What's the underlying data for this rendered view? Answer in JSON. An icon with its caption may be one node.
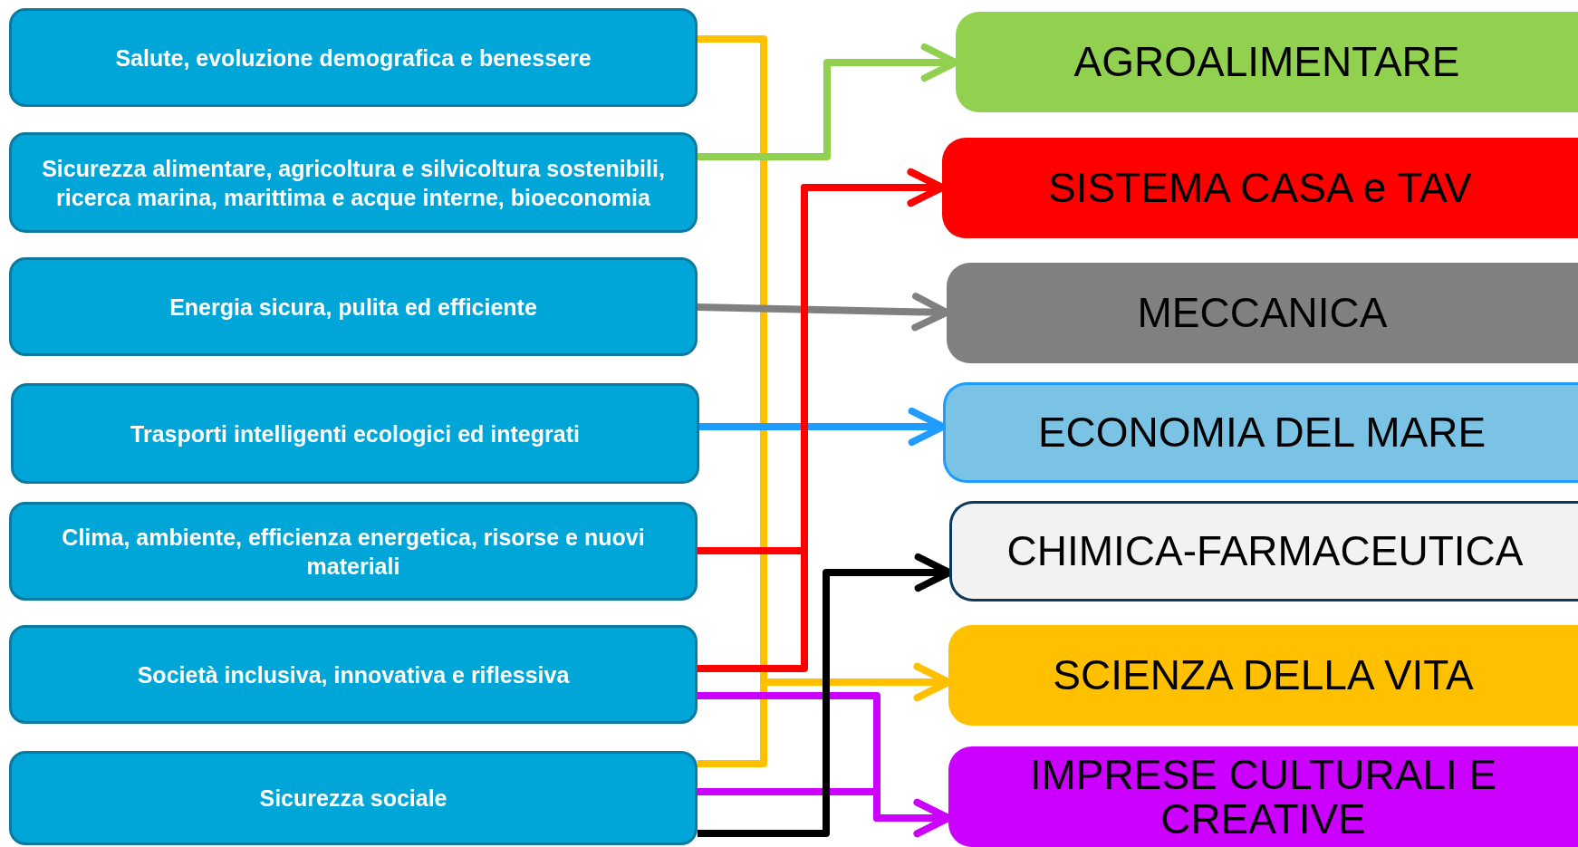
{
  "diagram": {
    "nodes": [
      {
        "text": [
          "Salute, evoluzione demografica e benessere"
        ]
      },
      {
        "text": [
          "Sicurezza alimentare, agricoltura e silvicoltura sostenibili, ricerca marina, marittima e acque interne, bioeconomia"
        ]
      },
      {
        "text": [
          "Energia sicura, pulita ed efficiente"
        ]
      },
      {
        "text": [
          "Trasporti intelligenti ecologici ed integrati"
        ]
      },
      {
        "text": [
          "Clima, ambiente, efficienza energetica, risorse e nuovi materiali"
        ]
      },
      {
        "text": [
          "Società inclusiva, innovativa e riflessiva"
        ]
      },
      {
        "text": [
          "Sicurezza sociale"
        ]
      },
      {
        "text": [
          "AGROALIMENTARE"
        ]
      },
      {
        "text": [
          "SISTEMA CASA e TAV"
        ]
      },
      {
        "text": [
          "MECCANICA"
        ]
      },
      {
        "text": [
          "ECONOMIA DEL MARE"
        ]
      },
      {
        "text": [
          "CHIMICA-FARMACEUTICA"
        ]
      },
      {
        "text": [
          "SCIENZA DELLA VITA"
        ]
      },
      {
        "text": [
          "IMPRESE CULTURALI E CREATIVE"
        ]
      }
    ],
    "edges": [
      {
        "from": 0,
        "to": 12,
        "arrow": "to",
        "color": "#ffc000"
      },
      {
        "from": 6,
        "to": 12,
        "arrow": "to",
        "color": "#ffc000"
      },
      {
        "from": 1,
        "to": 7,
        "arrow": "to",
        "color": "#92d050"
      },
      {
        "from": 2,
        "to": 9,
        "arrow": "to",
        "color": "#808080"
      },
      {
        "from": 3,
        "to": 10,
        "arrow": "to",
        "color": "#1e9cff"
      },
      {
        "from": 4,
        "to": 8,
        "arrow": "to",
        "color": "#ff0000"
      },
      {
        "from": 5,
        "to": 8,
        "arrow": "to",
        "color": "#ff0000"
      },
      {
        "from": 5,
        "to": 13,
        "arrow": "to",
        "color": "#cc00ff"
      },
      {
        "from": 6,
        "to": 13,
        "arrow": "to",
        "color": "#cc00ff"
      },
      {
        "from": 6,
        "to": 11,
        "arrow": "to",
        "color": "#000000"
      }
    ]
  }
}
